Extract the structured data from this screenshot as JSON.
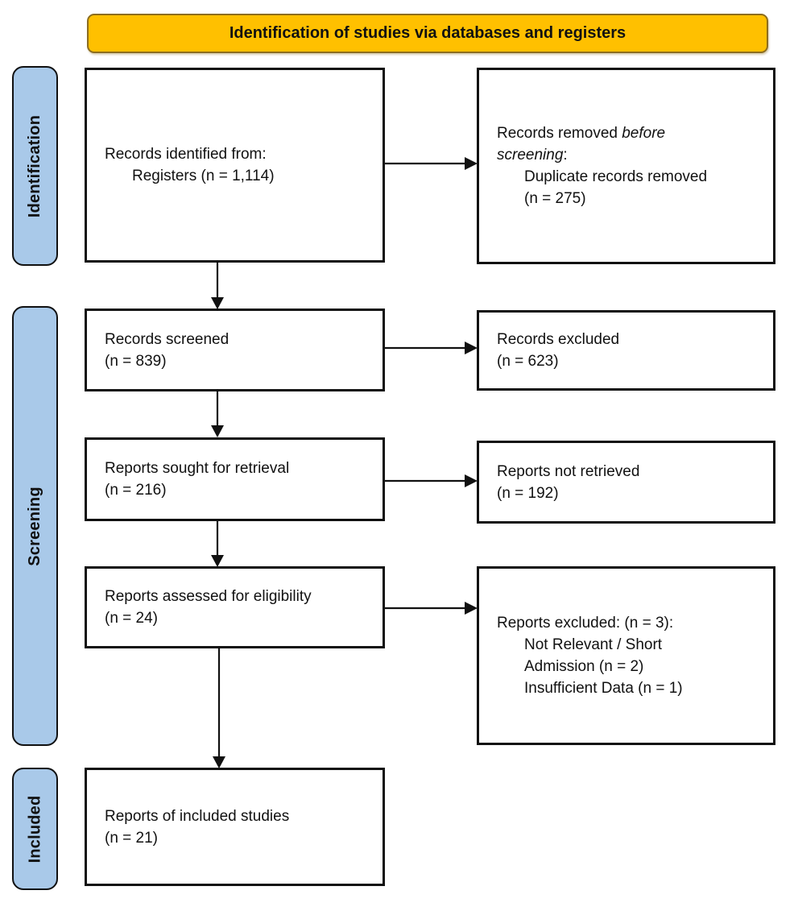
{
  "banner": {
    "title": "Identification of studies via databases and registers"
  },
  "stages": [
    {
      "label": "Identification"
    },
    {
      "label": "Screening"
    },
    {
      "label": "Included"
    }
  ],
  "boxes": {
    "records_identified": {
      "lines": [
        "Records identified from:",
        "Registers (n = 1,114)"
      ]
    },
    "records_removed": {
      "line1_text": "Records removed ",
      "line1_italic": "before",
      "line2_italic": "screening",
      "line2_colon": ":",
      "detail_lines": [
        "Duplicate records removed",
        "(n = 275)"
      ]
    },
    "records_screened": {
      "lines": [
        "Records screened",
        "(n = 839)"
      ]
    },
    "records_excluded": {
      "lines": [
        "Records excluded",
        "(n = 623)"
      ]
    },
    "reports_sought": {
      "lines": [
        "Reports sought for retrieval",
        "(n = 216)"
      ]
    },
    "reports_not_retrieved": {
      "lines": [
        "Reports not retrieved",
        "(n = 192)"
      ]
    },
    "reports_assessed": {
      "lines": [
        "Reports assessed for eligibility",
        "(n = 24)"
      ]
    },
    "reports_excluded": {
      "header": "Reports excluded: (n = 3):",
      "reasons": [
        "Not Relevant / Short",
        "Admission (n = 2)",
        "Insufficient Data (n = 1)"
      ]
    },
    "included_studies": {
      "lines": [
        "Reports of included studies",
        "(n = 21)"
      ]
    }
  },
  "colors": {
    "banner_fill": "#FFC000",
    "stage_fill": "#A9C9E9",
    "arrow": "#111111"
  }
}
